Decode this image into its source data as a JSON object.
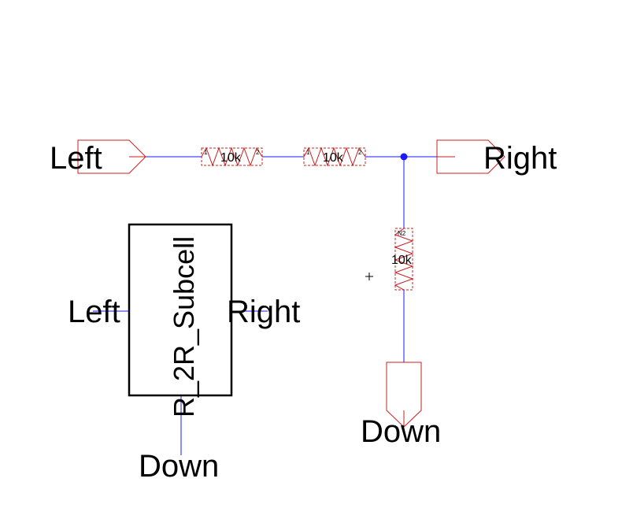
{
  "schematic": {
    "ports": {
      "left": "Left",
      "right": "Right",
      "down": "Down"
    },
    "resistors": [
      {
        "value": "10k",
        "pin1": "1",
        "pin2": "2"
      },
      {
        "value": "10k",
        "pin1": "1",
        "pin2": "2"
      },
      {
        "value": "10k",
        "pin_label": "N2"
      }
    ]
  },
  "symbol": {
    "name": "R_2R_Subcell",
    "pins": {
      "left": "Left",
      "right": "Right",
      "down": "Down"
    }
  },
  "colors": {
    "wire": "#1a1aff",
    "component": "#cc1f1f",
    "symbol_outline": "#000000",
    "junction": "#1a1aff"
  }
}
